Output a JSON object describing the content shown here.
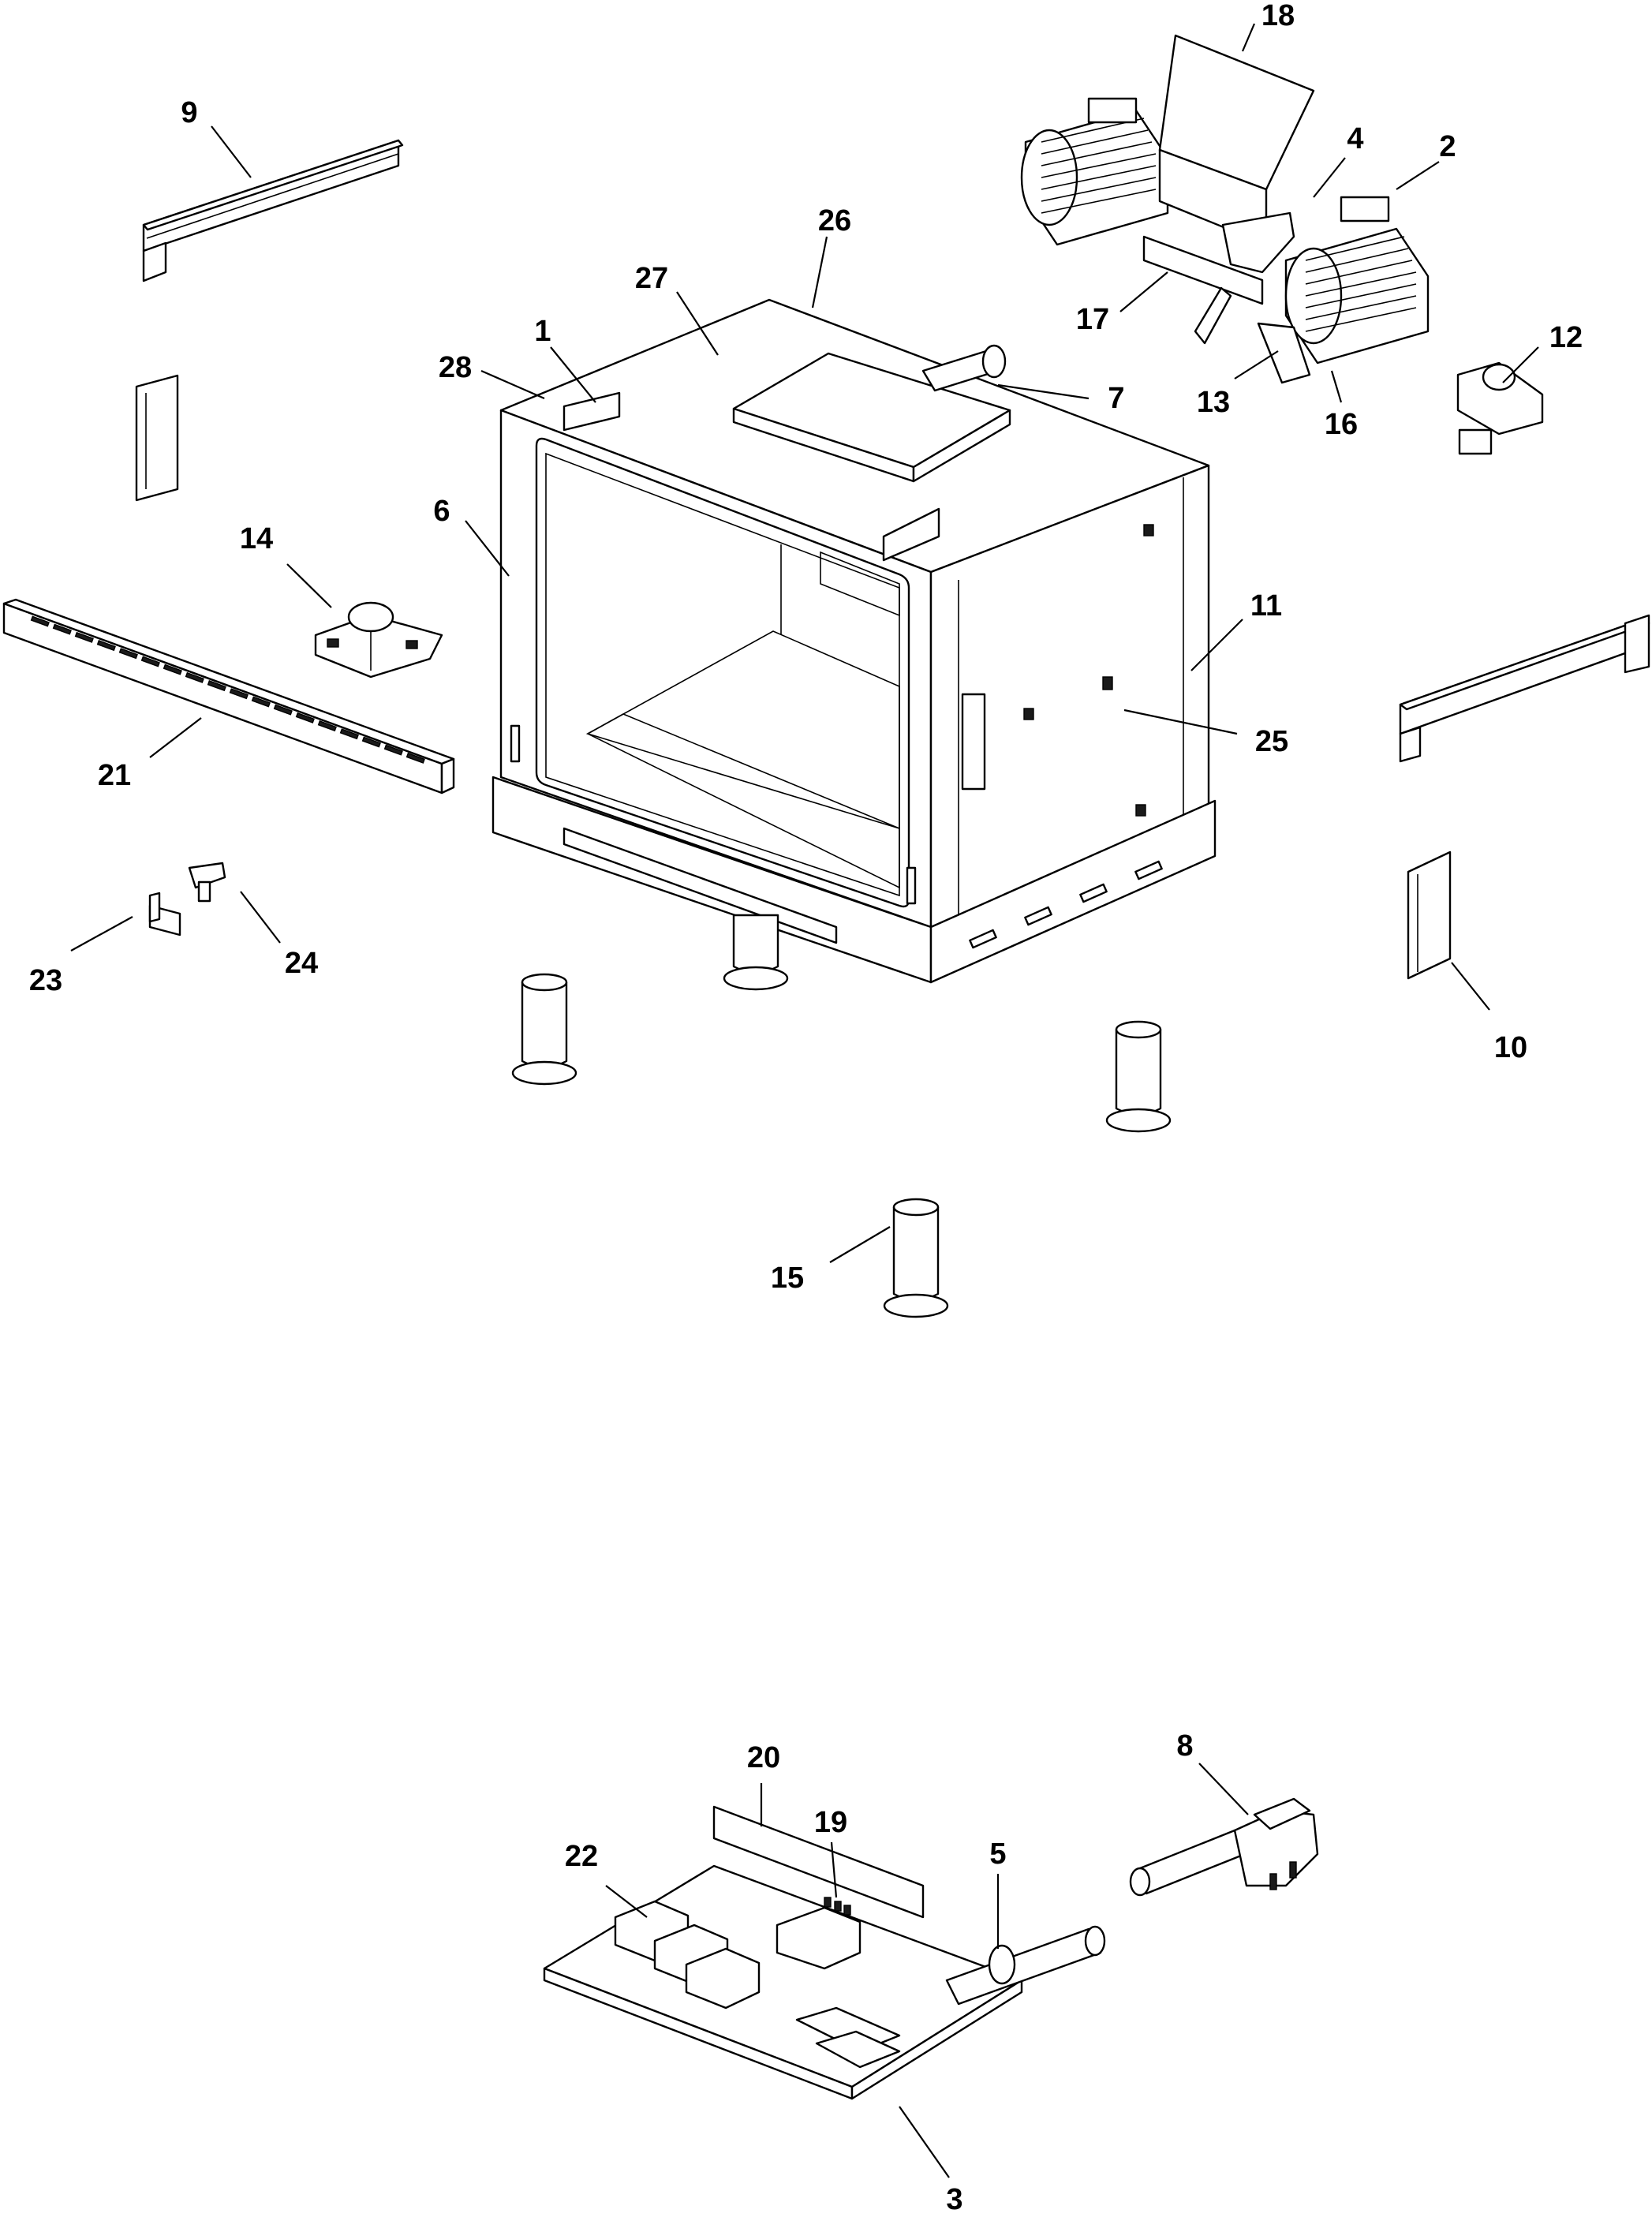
{
  "figure": {
    "callouts": [
      "1",
      "2",
      "3",
      "4",
      "5",
      "6",
      "7",
      "8",
      "9",
      "10",
      "11",
      "12",
      "13",
      "14",
      "15",
      "16",
      "17",
      "18",
      "19",
      "20",
      "21",
      "22",
      "23",
      "24",
      "25",
      "26",
      "27",
      "28"
    ]
  }
}
